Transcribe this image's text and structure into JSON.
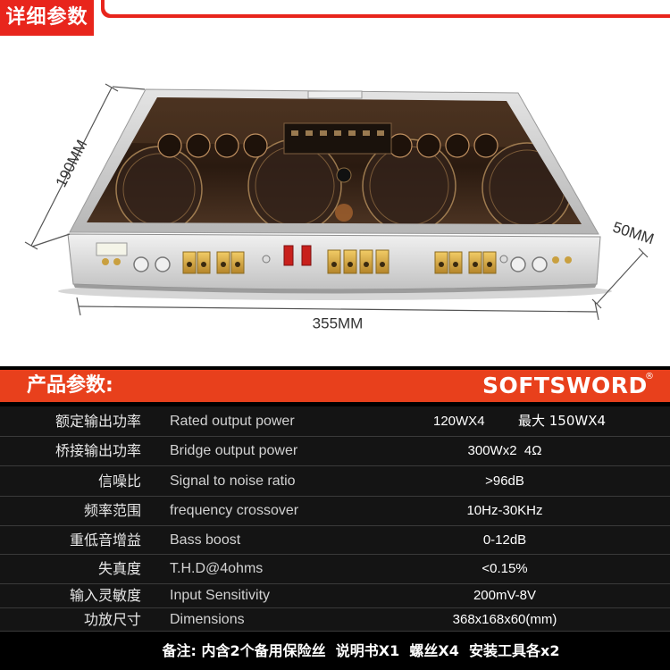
{
  "page": {
    "section_label": "详细参数"
  },
  "dimensions": {
    "depth_label": "190MM",
    "height_label": "50MM",
    "width_label": "355MM"
  },
  "specs_title": "产品参数:",
  "brand": {
    "logo_text": "SOFTSWORD",
    "registered_mark": "®"
  },
  "specs": [
    {
      "zh": "额定输出功率",
      "en": "Rated output power",
      "value": "120WX4",
      "value_max": "最大 150WX4"
    },
    {
      "zh": "桥接输出功率",
      "en": "Bridge output power",
      "value": "300Wx2  4Ω"
    },
    {
      "zh": "信噪比",
      "en": "Signal to noise ratio",
      "value": ">96dB"
    },
    {
      "zh": "频率范围",
      "en": "frequency crossover",
      "value": "10Hz-30KHz"
    },
    {
      "zh": "重低音增益",
      "en": "Bass boost",
      "value": "0-12dB"
    },
    {
      "zh": "失真度",
      "en": "T.H.D@4ohms",
      "value": "<0.15%"
    },
    {
      "zh": "输入灵敏度",
      "en": "Input Sensitivity",
      "value": "200mV-8V"
    },
    {
      "zh": "功放尺寸",
      "en": "Dimensions",
      "value": "368x168x60(mm)"
    }
  ],
  "note": "备注: 内含2个备用保险丝  说明书X1  螺丝X4  安装工具各x2",
  "colors": {
    "banner_red": "#e8251c",
    "header_red": "#e8401c",
    "table_bg": "#000000",
    "text": "#ffffff"
  }
}
